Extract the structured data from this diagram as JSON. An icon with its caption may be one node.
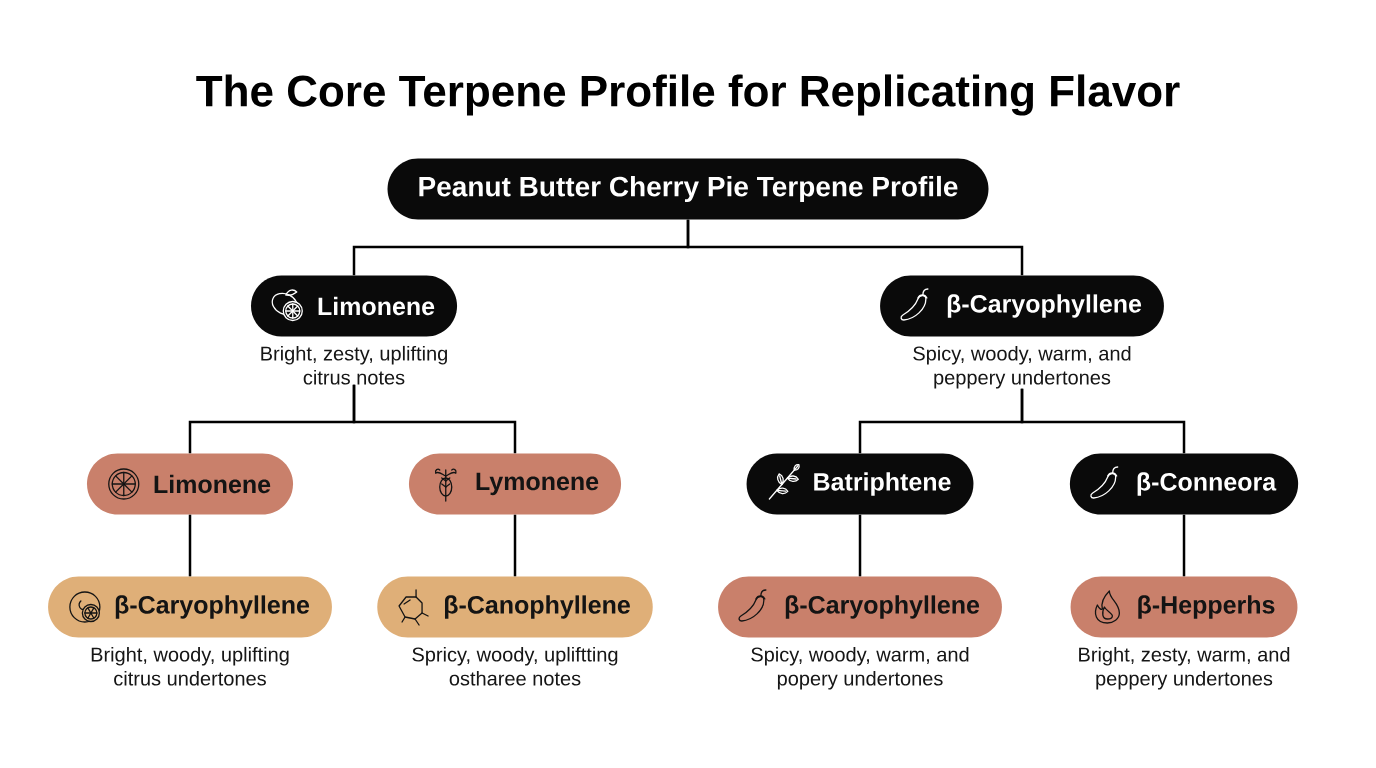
{
  "diagram": {
    "title": "The Core Terpene Profile for Replicating Flavor",
    "nodes": [
      {
        "text": [
          "Peanut Butter Cherry Pie Terpene Profile"
        ]
      },
      {
        "text": [
          "Limonene"
        ],
        "beside": [
          "Bright, zesty, uplifting citrus notes"
        ]
      },
      {
        "text": [
          "β-Caryophyllene"
        ],
        "beside": [
          "Spicy, woody, warm, and peppery undertones"
        ]
      },
      {
        "text": [
          "Limonene"
        ]
      },
      {
        "text": [
          "Lymonene"
        ]
      },
      {
        "text": [
          "Batriphtene"
        ]
      },
      {
        "text": [
          "β-Conneora"
        ]
      },
      {
        "text": [
          "β-Caryophyllene"
        ],
        "beside": [
          "Bright, woody, uplifting citrus undertones"
        ]
      },
      {
        "text": [
          "β-Canophyllene"
        ],
        "beside": [
          "Spricy, woody, upliftting ostharee notes"
        ]
      },
      {
        "text": [
          "β-Caryophyllene"
        ],
        "beside": [
          "Spicy, woody, warm, and popery undertones"
        ]
      },
      {
        "text": [
          "β-Hepperhs"
        ],
        "beside": [
          "Bright, zesty, warm, and peppery undertones"
        ]
      }
    ],
    "edges": [
      {
        "from": 0,
        "to": 1,
        "arrow": "none"
      },
      {
        "from": 0,
        "to": 2,
        "arrow": "none"
      },
      {
        "from": 1,
        "to": 3,
        "arrow": "none"
      },
      {
        "from": 1,
        "to": 4,
        "arrow": "none"
      },
      {
        "from": 2,
        "to": 5,
        "arrow": "none"
      },
      {
        "from": 2,
        "to": 6,
        "arrow": "none"
      },
      {
        "from": 3,
        "to": 7,
        "arrow": "none"
      },
      {
        "from": 4,
        "to": 8,
        "arrow": "none"
      },
      {
        "from": 5,
        "to": 9,
        "arrow": "none"
      },
      {
        "from": 6,
        "to": 10,
        "arrow": "none"
      }
    ]
  }
}
